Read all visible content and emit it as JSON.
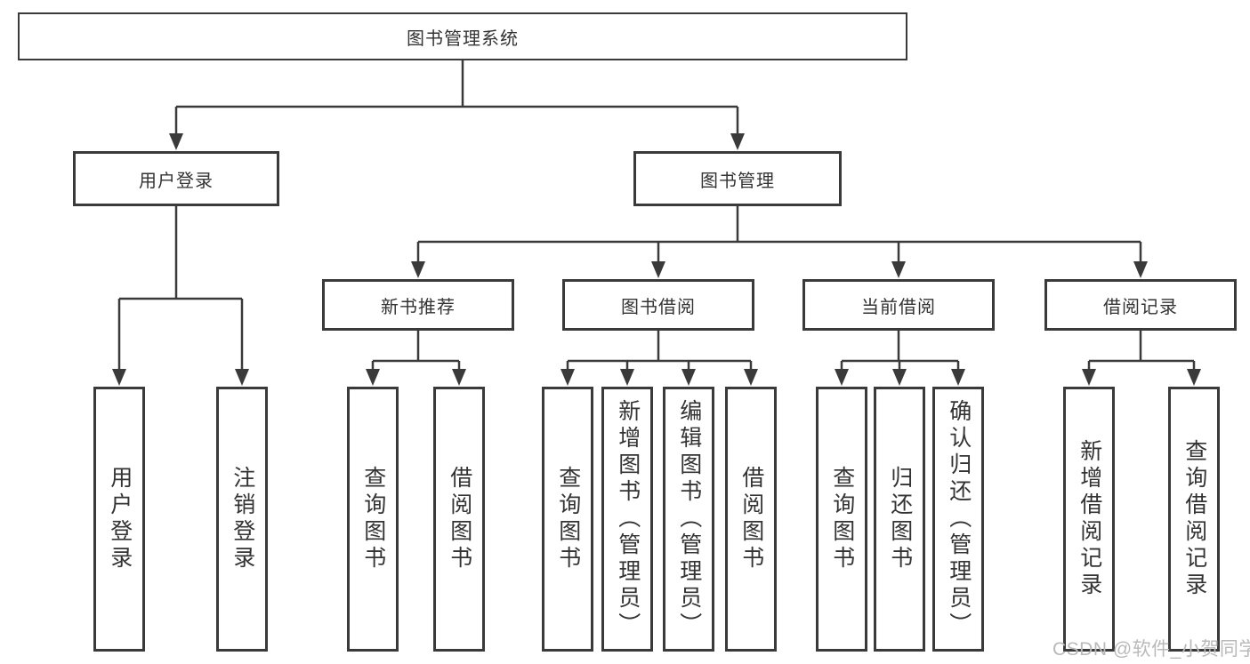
{
  "diagram": {
    "type": "hierarchy",
    "title": "图书管理系统"
  },
  "nodes": {
    "root": {
      "label": "图书管理系统"
    },
    "user_login": {
      "label": "用户登录"
    },
    "book_mgmt": {
      "label": "图书管理"
    },
    "new_book": {
      "label": "新书推荐"
    },
    "book_borrow": {
      "label": "图书借阅"
    },
    "current_borrow": {
      "label": "当前借阅"
    },
    "borrow_records": {
      "label": "借阅记录"
    },
    "leaf_user_login": {
      "label": "用户登录"
    },
    "leaf_logout": {
      "label": "注销登录"
    },
    "leaf_nb_query": {
      "label": "查询图书"
    },
    "leaf_nb_borrow": {
      "label": "借阅图书"
    },
    "leaf_bb_query": {
      "label": "查询图书"
    },
    "leaf_bb_add": {
      "label": "新增图书（管理员）"
    },
    "leaf_bb_edit": {
      "label": "编辑图书（管理员）"
    },
    "leaf_bb_borrow": {
      "label": "借阅图书"
    },
    "leaf_cb_query": {
      "label": "查询图书"
    },
    "leaf_cb_return": {
      "label": "归还图书"
    },
    "leaf_cb_confirm": {
      "label": "确认归还（管理员）"
    },
    "leaf_br_add": {
      "label": "新增借阅记录"
    },
    "leaf_br_query": {
      "label": "查询借阅记录"
    }
  },
  "edges": [
    {
      "from": "root",
      "to": [
        "user_login",
        "book_mgmt"
      ]
    },
    {
      "from": "user_login",
      "to": [
        "leaf_user_login",
        "leaf_logout"
      ]
    },
    {
      "from": "book_mgmt",
      "to": [
        "new_book",
        "book_borrow",
        "current_borrow",
        "borrow_records"
      ]
    },
    {
      "from": "new_book",
      "to": [
        "leaf_nb_query",
        "leaf_nb_borrow"
      ]
    },
    {
      "from": "book_borrow",
      "to": [
        "leaf_bb_query",
        "leaf_bb_add",
        "leaf_bb_edit",
        "leaf_bb_borrow"
      ]
    },
    {
      "from": "current_borrow",
      "to": [
        "leaf_cb_query",
        "leaf_cb_return",
        "leaf_cb_confirm"
      ]
    },
    {
      "from": "borrow_records",
      "to": [
        "leaf_br_add",
        "leaf_br_query"
      ]
    }
  ],
  "watermark": "CSDN @软件_小贺同学",
  "colors": {
    "line": "#3a3a3a",
    "text": "#333333",
    "box_fill": "#ffffff",
    "watermark": "#b9b9b9"
  }
}
